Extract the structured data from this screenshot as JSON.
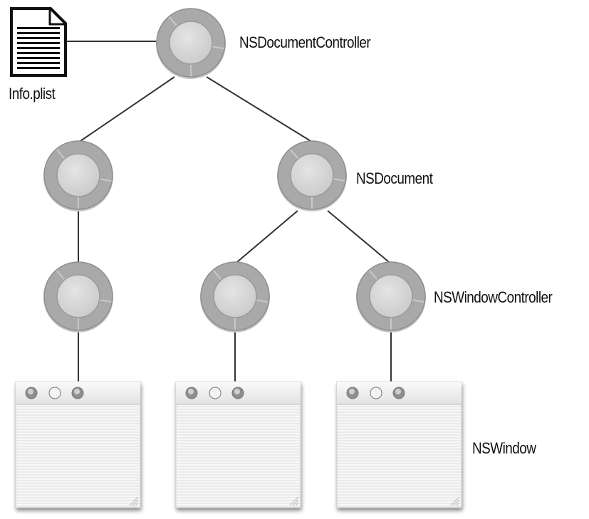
{
  "labels": {
    "info_plist": "Info.plist",
    "document_controller": "NSDocumentController",
    "document": "NSDocument",
    "window_controller": "NSWindowController",
    "window": "NSWindow"
  },
  "colors": {
    "ring": "#a9a9a9",
    "ring_dark": "#8f8f8f",
    "core": "#d6d6d6",
    "line": "#333333",
    "window_body": "#f6f6f6",
    "window_stripe": "#e6e6e6"
  }
}
